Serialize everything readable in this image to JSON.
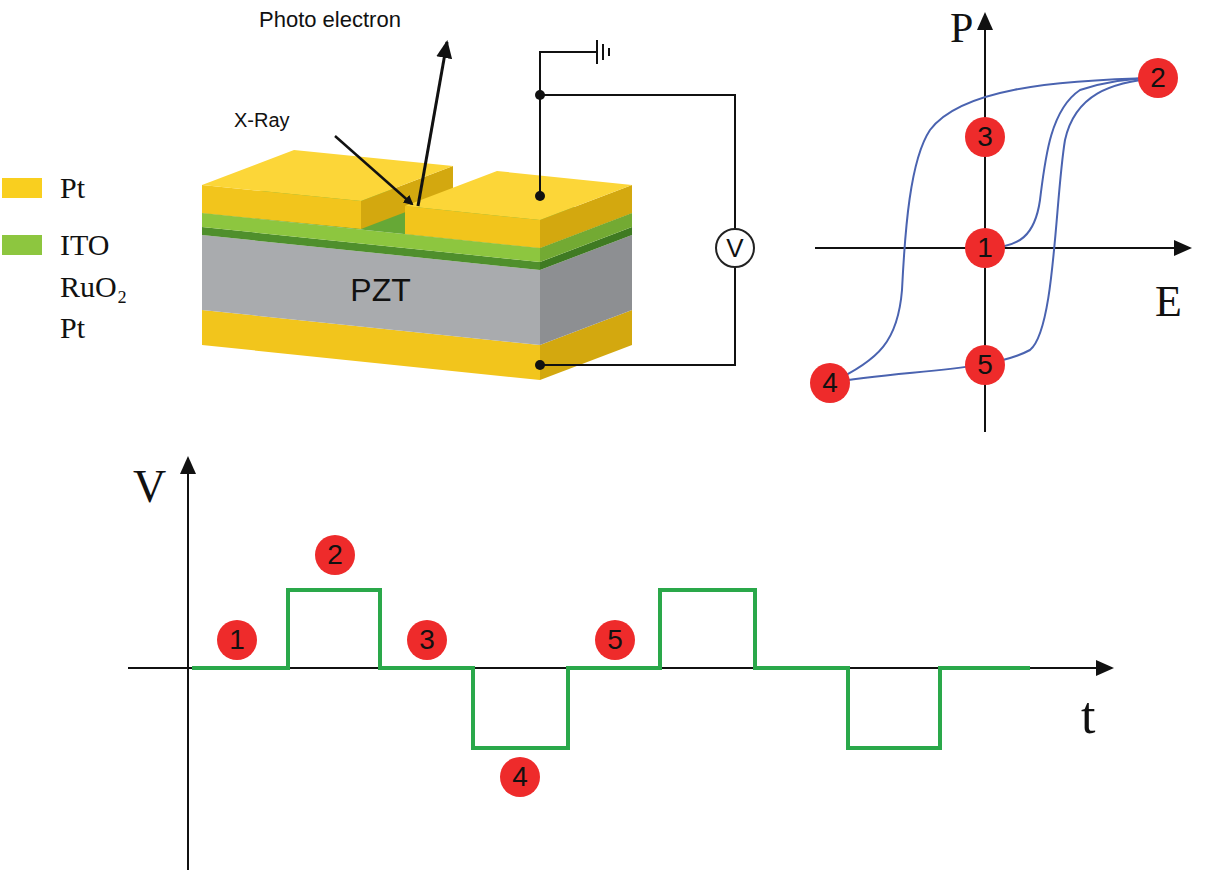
{
  "diagram": {
    "nodes": [
      {
        "text": [
          "PZT"
        ]
      },
      {
        "text": [
          "V"
        ]
      },
      {
        "text": [
          "1"
        ]
      },
      {
        "text": [
          "2"
        ]
      },
      {
        "text": [
          "3"
        ]
      },
      {
        "text": [
          "4"
        ]
      },
      {
        "text": [
          "5"
        ]
      },
      {
        "text": [
          "1"
        ]
      },
      {
        "text": [
          "2"
        ]
      },
      {
        "text": [
          "3"
        ]
      },
      {
        "text": [
          "4"
        ]
      },
      {
        "text": [
          "5"
        ]
      }
    ],
    "labels": [
      "Photo electron",
      "X-Ray",
      "P",
      "E",
      "V",
      "t"
    ],
    "legend": [
      {
        "text": "Pt",
        "color": "#f9cf1f"
      },
      {
        "text": "ITO",
        "color": "#8dc63f"
      },
      {
        "text": "RuO₂"
      },
      {
        "text": "Pt"
      }
    ]
  }
}
